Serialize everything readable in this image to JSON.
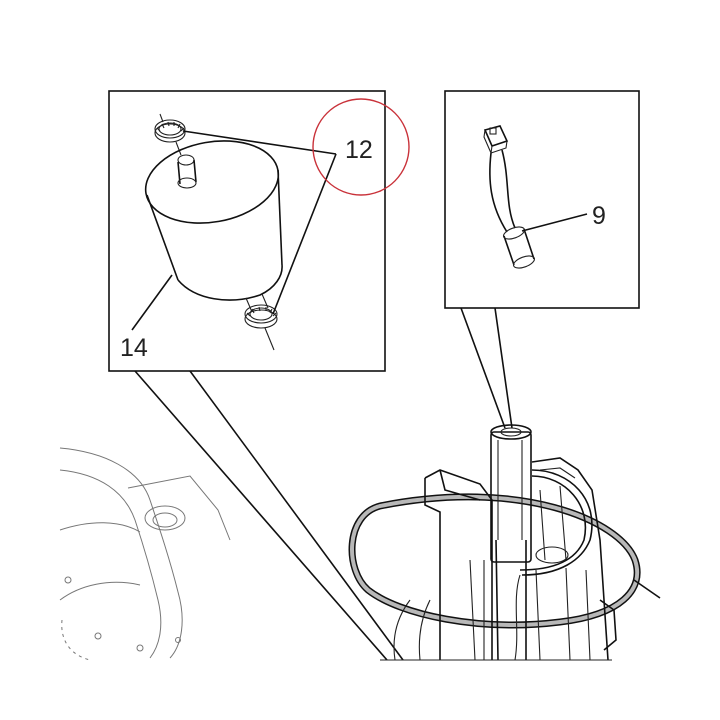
{
  "callouts": {
    "clamps": "12",
    "filter": "14",
    "sensor": "9"
  },
  "colors": {
    "highlight_circle": "#c9323a",
    "line": "#111111",
    "gasket": "#b8b8b8"
  }
}
